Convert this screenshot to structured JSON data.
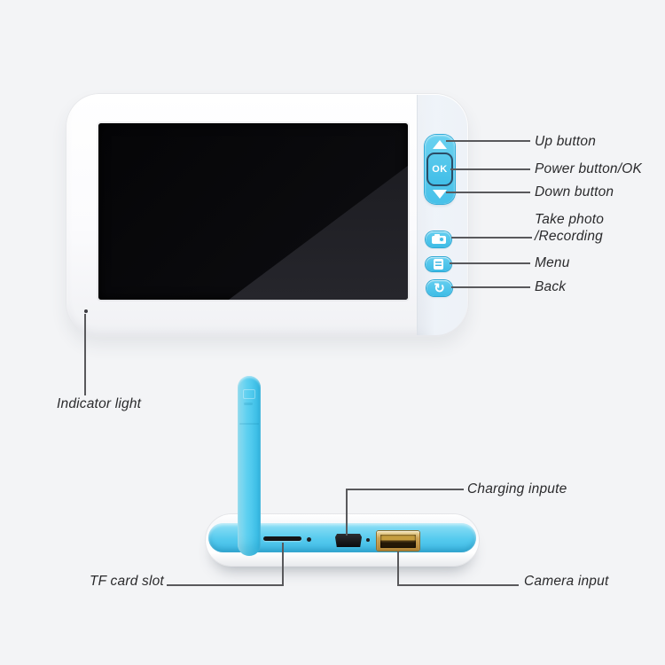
{
  "page": {
    "background": "#f3f4f6"
  },
  "colors": {
    "accent_blue": "#4cc4ea",
    "button_border": "#2ea8d4",
    "label_text": "#2a2a2c",
    "annotation_line": "#59595c",
    "usb_gold": "#c9a050",
    "screen_black": "#0b0b0e"
  },
  "monitor_view": {
    "ok_button_text": "OK",
    "side_labels": [
      {
        "text": "Up button"
      },
      {
        "text": "Power button/OK"
      },
      {
        "text": "Down button"
      },
      {
        "line1": "Take photo",
        "line2": "/Recording"
      },
      {
        "text": "Menu"
      },
      {
        "text": "Back"
      }
    ],
    "indicator_label": "Indicator light"
  },
  "base_view": {
    "charging_label": "Charging inpute",
    "tf_label": "TF card slot",
    "camera_label": "Camera input"
  },
  "icons": {
    "back_glyph": "↻"
  }
}
